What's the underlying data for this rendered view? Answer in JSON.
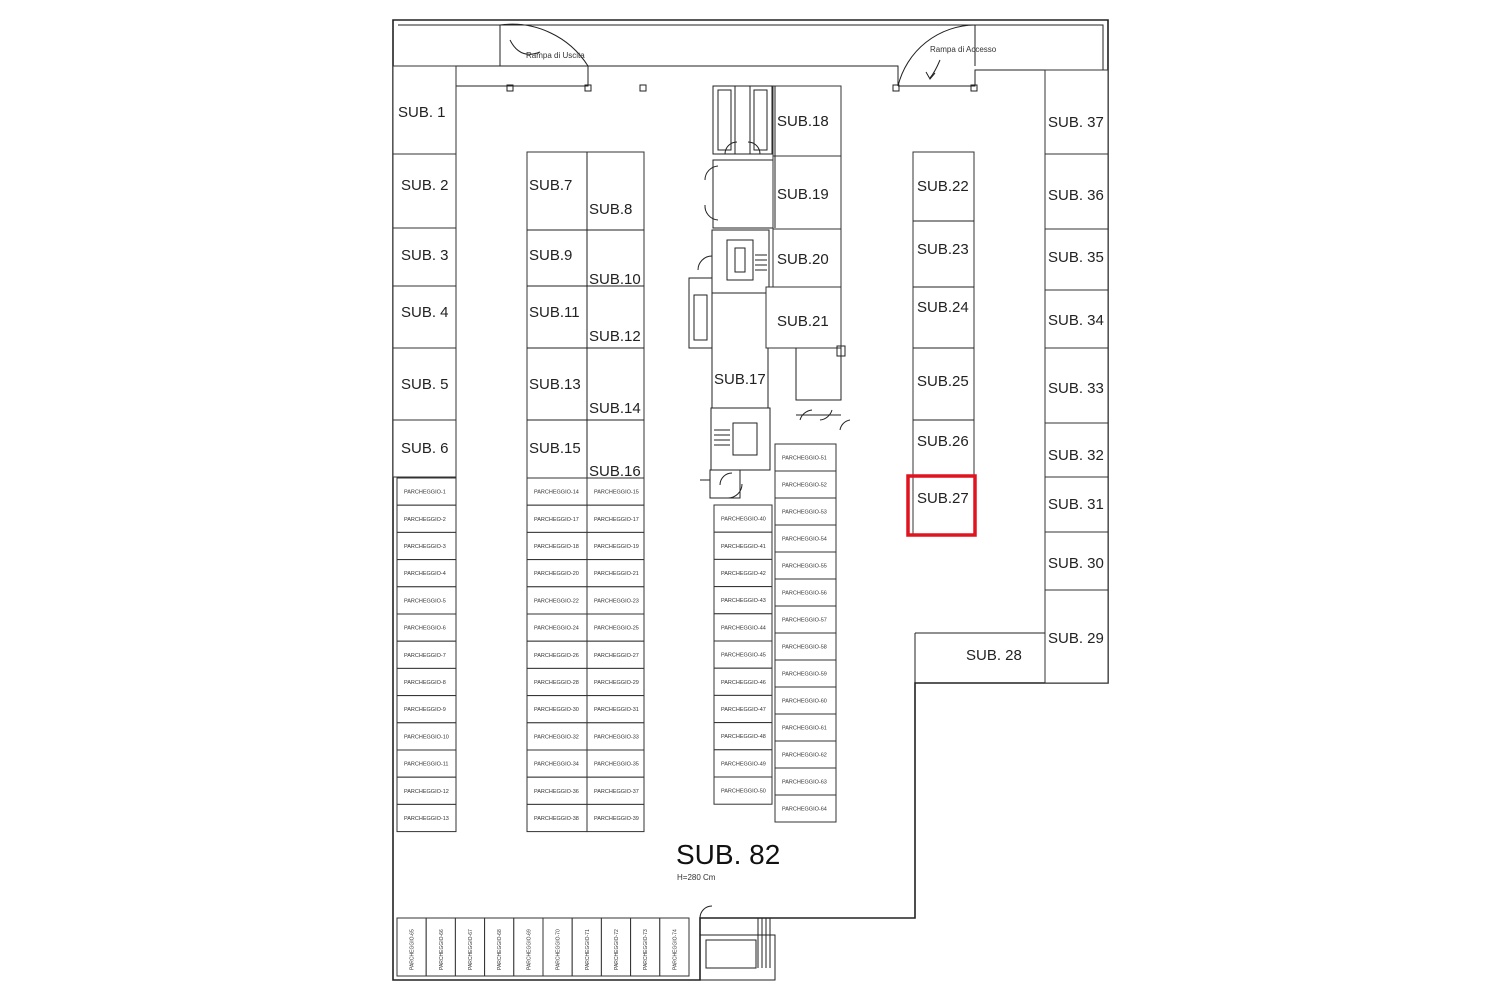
{
  "plan": {
    "main_label": "SUB. 82",
    "height_note": "H=280 Cm",
    "ramp_exit": "Rampa di Uscita",
    "ramp_entry": "Rampa di Accesso",
    "highlight_color": "#e0141e",
    "highlighted": "SUB.27"
  },
  "units": {
    "sub1": "SUB. 1",
    "sub2": "SUB. 2",
    "sub3": "SUB. 3",
    "sub4": "SUB. 4",
    "sub5": "SUB. 5",
    "sub6": "SUB. 6",
    "sub7": "SUB.7",
    "sub8": "SUB.8",
    "sub9": "SUB.9",
    "sub10": "SUB.10",
    "sub11": "SUB.11",
    "sub12": "SUB.12",
    "sub13": "SUB.13",
    "sub14": "SUB.14",
    "sub15": "SUB.15",
    "sub16": "SUB.16",
    "sub17": "SUB.17",
    "sub18": "SUB.18",
    "sub19": "SUB.19",
    "sub20": "SUB.20",
    "sub21": "SUB.21",
    "sub22": "SUB.22",
    "sub23": "SUB.23",
    "sub24": "SUB.24",
    "sub25": "SUB.25",
    "sub26": "SUB.26",
    "sub27": "SUB.27",
    "sub28": "SUB. 28",
    "sub29": "SUB. 29",
    "sub30": "SUB. 30",
    "sub31": "SUB. 31",
    "sub32": "SUB. 32",
    "sub33": "SUB. 33",
    "sub34": "SUB. 34",
    "sub35": "SUB. 35",
    "sub36": "SUB. 36",
    "sub37": "SUB. 37"
  },
  "stalls": {
    "col_a": [
      "PARCHEGGIO-1",
      "PARCHEGGIO-2",
      "PARCHEGGIO-3",
      "PARCHEGGIO-4",
      "PARCHEGGIO-5",
      "PARCHEGGIO-6",
      "PARCHEGGIO-7",
      "PARCHEGGIO-8",
      "PARCHEGGIO-9",
      "PARCHEGGIO-10",
      "PARCHEGGIO-11",
      "PARCHEGGIO-12",
      "PARCHEGGIO-13"
    ],
    "col_b": [
      "PARCHEGGIO-14",
      "PARCHEGGIO-17",
      "PARCHEGGIO-18",
      "PARCHEGGIO-20",
      "PARCHEGGIO-22",
      "PARCHEGGIO-24",
      "PARCHEGGIO-26",
      "PARCHEGGIO-28",
      "PARCHEGGIO-30",
      "PARCHEGGIO-32",
      "PARCHEGGIO-34",
      "PARCHEGGIO-36",
      "PARCHEGGIO-38"
    ],
    "col_c": [
      "PARCHEGGIO-15",
      "PARCHEGGIO-17",
      "PARCHEGGIO-19",
      "PARCHEGGIO-21",
      "PARCHEGGIO-23",
      "PARCHEGGIO-25",
      "PARCHEGGIO-27",
      "PARCHEGGIO-29",
      "PARCHEGGIO-31",
      "PARCHEGGIO-33",
      "PARCHEGGIO-35",
      "PARCHEGGIO-37",
      "PARCHEGGIO-39"
    ],
    "col_d": [
      "PARCHEGGIO-40",
      "PARCHEGGIO-41",
      "PARCHEGGIO-42",
      "PARCHEGGIO-43",
      "PARCHEGGIO-44",
      "PARCHEGGIO-45",
      "PARCHEGGIO-46",
      "PARCHEGGIO-47",
      "PARCHEGGIO-48",
      "PARCHEGGIO-49",
      "PARCHEGGIO-50"
    ],
    "col_e": [
      "PARCHEGGIO-51",
      "PARCHEGGIO-52",
      "PARCHEGGIO-53",
      "PARCHEGGIO-54",
      "PARCHEGGIO-55",
      "PARCHEGGIO-56",
      "PARCHEGGIO-57",
      "PARCHEGGIO-58",
      "PARCHEGGIO-59",
      "PARCHEGGIO-60",
      "PARCHEGGIO-61",
      "PARCHEGGIO-62",
      "PARCHEGGIO-63",
      "PARCHEGGIO-64"
    ],
    "bottom_row": [
      "PARCHEGGIO-65",
      "PARCHEGGIO-66",
      "PARCHEGGIO-67",
      "PARCHEGGIO-68",
      "PARCHEGGIO-69",
      "PARCHEGGIO-70",
      "PARCHEGGIO-71",
      "PARCHEGGIO-72",
      "PARCHEGGIO-73",
      "PARCHEGGIO-74"
    ]
  }
}
